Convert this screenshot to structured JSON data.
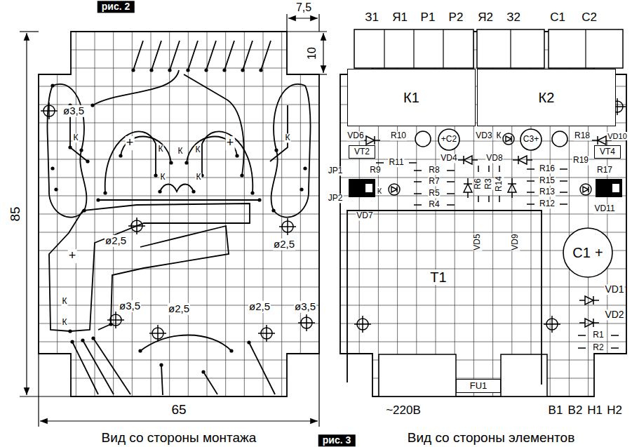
{
  "diagram": {
    "nodes": [
      {
        "text": [
          "К1"
        ]
      },
      {
        "text": [
          "К2"
        ]
      },
      {
        "text": [
          "VT2"
        ]
      },
      {
        "text": [
          "VT4"
        ]
      },
      {
        "text": [
          "+C2"
        ]
      },
      {
        "text": [
          "C3+"
        ]
      },
      {
        "text": [
          "C1",
          "+"
        ]
      },
      {
        "text": [
          "FU1"
        ]
      }
    ],
    "labels": [
      "рис. 2",
      "7,5",
      "10",
      "85",
      "65",
      "ø3,5",
      "ø2,5",
      "ø2,5",
      "ø3,5",
      "ø2,5",
      "ø2,5",
      "ø3,5",
      "К",
      "К",
      "К",
      "К",
      "К",
      "К",
      "К",
      "К",
      "К",
      "+",
      "+",
      "+",
      "Вид со стороны монтажа",
      "Вид со стороны элементов",
      "рис. 3",
      "З1",
      "Я1",
      "Р1",
      "Р2",
      "Я2",
      "З2",
      "С1",
      "С2",
      "~220В",
      "В1",
      "В2",
      "Н1",
      "Н2",
      "VD6",
      "R10",
      "VD3",
      "К",
      "R18",
      "VD10",
      "R11",
      "VD4",
      "VD8",
      "R8",
      "R7",
      "R5",
      "R4",
      "R9",
      "JP1",
      "JP2",
      "К",
      "VD7",
      "R6",
      "R3",
      "R14",
      "R16",
      "R19",
      "R17",
      "R15",
      "R13",
      "R12",
      "VD11",
      "VD5",
      "VD9",
      "T1",
      "VD1",
      "VD2",
      "R1",
      "R2"
    ]
  }
}
